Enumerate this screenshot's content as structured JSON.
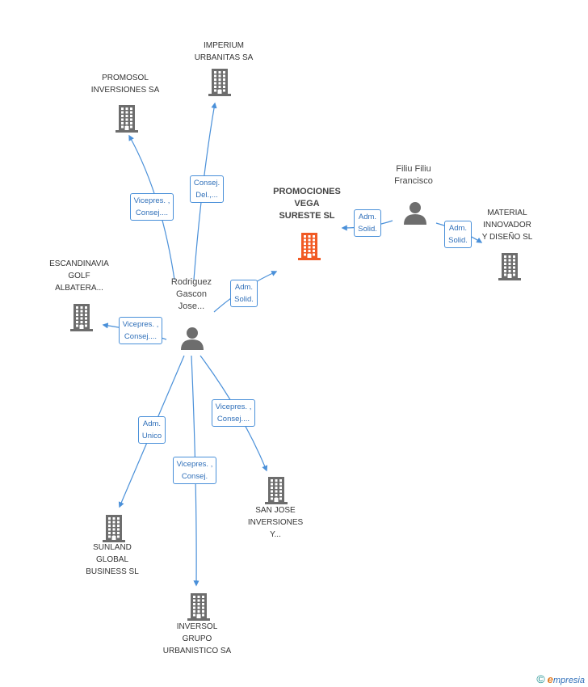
{
  "colors": {
    "company": "#6d6d6d",
    "main_company": "#f15a24",
    "person": "#6d6d6d",
    "edge": "#4a90d9"
  },
  "nodes": [
    {
      "id": "imperium",
      "kind": "company",
      "label": [
        "IMPERIUM",
        "URBANITAS SA"
      ]
    },
    {
      "id": "promosol",
      "kind": "company",
      "label": [
        "PROMOSOL",
        "INVERSIONES SA"
      ]
    },
    {
      "id": "promociones",
      "kind": "main",
      "label": [
        "PROMOCIONES",
        "VEGA",
        "SURESTE SL"
      ]
    },
    {
      "id": "filiu",
      "kind": "person",
      "label": [
        "Filiu Filiu",
        "Francisco"
      ]
    },
    {
      "id": "material",
      "kind": "company",
      "label": [
        "MATERIAL",
        "INNOVADOR",
        "Y DISEÑO  SL"
      ]
    },
    {
      "id": "escandinavia",
      "kind": "company",
      "label": [
        "ESCANDINAVIA",
        "GOLF",
        "ALBATERA..."
      ]
    },
    {
      "id": "rodriguez",
      "kind": "person",
      "label": [
        "Rodriguez",
        "Gascon",
        "Jose..."
      ]
    },
    {
      "id": "sanjose",
      "kind": "company",
      "label": [
        "SAN JOSE",
        "INVERSIONES",
        "Y..."
      ]
    },
    {
      "id": "sunland",
      "kind": "company",
      "label": [
        "SUNLAND",
        "GLOBAL",
        "BUSINESS  SL"
      ]
    },
    {
      "id": "inversol",
      "kind": "company",
      "label": [
        "INVERSOL",
        "GRUPO",
        "URBANISTICO SA"
      ]
    }
  ],
  "edges": [
    {
      "id": "e-imperium",
      "label": [
        "Consej.",
        "Del.,..."
      ]
    },
    {
      "id": "e-promosol",
      "label": [
        "Vicepres. ,",
        "Consej...."
      ]
    },
    {
      "id": "e-promociones-r",
      "label": [
        "Adm.",
        "Solid."
      ]
    },
    {
      "id": "e-promociones-f",
      "label": [
        "Adm.",
        "Solid."
      ]
    },
    {
      "id": "e-material",
      "label": [
        "Adm.",
        "Solid."
      ]
    },
    {
      "id": "e-escandinavia",
      "label": [
        "Vicepres. ,",
        "Consej...."
      ]
    },
    {
      "id": "e-sanjose",
      "label": [
        "Vicepres. ,",
        "Consej...."
      ]
    },
    {
      "id": "e-sunland",
      "label": [
        "Adm.",
        "Unico"
      ]
    },
    {
      "id": "e-inversol",
      "label": [
        "Vicepres. ,",
        "Consej."
      ]
    }
  ],
  "footer": {
    "copyright": "©",
    "brand_initial": "e",
    "brand_rest": "mpresia"
  }
}
